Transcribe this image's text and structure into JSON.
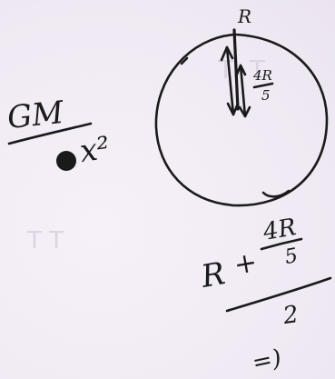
{
  "note": {
    "label_R": "R",
    "distance_num": "4R",
    "distance_den": "5",
    "formula_num": "GM",
    "formula_den": "x²",
    "sum_R": "R",
    "sum_plus": "+",
    "sum_num": "4R",
    "sum_den": "5",
    "sum_div": "2",
    "implies": "=)"
  },
  "colors": {
    "ink": "#1a1a1a",
    "paper": "#f3eef6"
  }
}
